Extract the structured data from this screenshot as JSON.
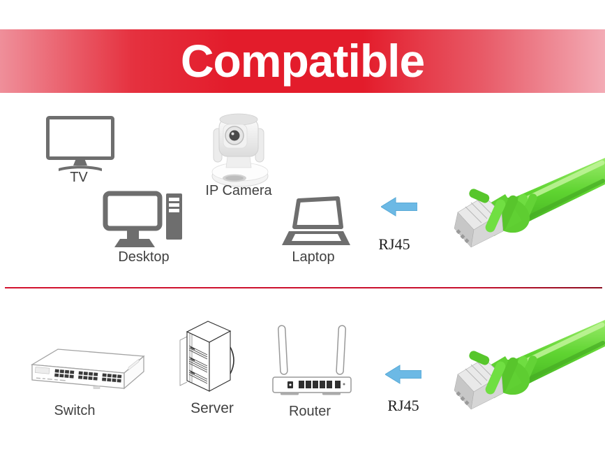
{
  "banner": {
    "title": "Compatible",
    "bg_center_color": "#e31c2b",
    "bg_edge_color": "#f3abb5",
    "text_color": "#ffffff"
  },
  "top_row": {
    "devices": [
      {
        "label": "TV",
        "icon": "tv-icon"
      },
      {
        "label": "IP Camera",
        "icon": "ip-camera-icon"
      },
      {
        "label": "Desktop",
        "icon": "desktop-icon"
      },
      {
        "label": "Laptop",
        "icon": "laptop-icon"
      }
    ],
    "connector_label": "RJ45",
    "arrow_icon": "arrow-left-icon",
    "cable_image": "green-rj45-patch-cable"
  },
  "bottom_row": {
    "devices": [
      {
        "label": "Switch",
        "icon": "switch-icon"
      },
      {
        "label": "Server",
        "icon": "server-icon"
      },
      {
        "label": "Router",
        "icon": "router-icon"
      }
    ],
    "connector_label": "RJ45",
    "arrow_icon": "arrow-left-icon",
    "cable_image": "green-rj45-patch-cable"
  },
  "colors": {
    "icon_gray": "#6e6e6e",
    "outline_gray": "#9b9b9b",
    "label_text": "#414141",
    "arrow_blue": "#6cb9e5",
    "divider_red": "#c8102e",
    "cable_green": "#5fd431"
  }
}
